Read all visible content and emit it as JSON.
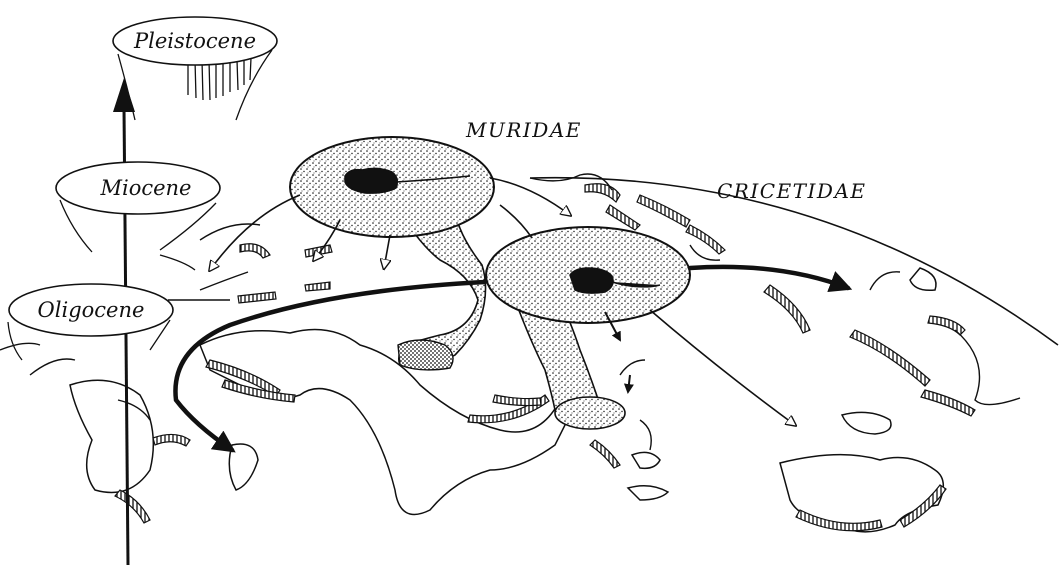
{
  "epochs": {
    "pleistocene": "Pleistocene",
    "miocene": "Miocene",
    "oligocene": "Oligocene"
  },
  "families": {
    "muridae": "MURIDAE",
    "cricetidae": "CRICETIDAE"
  },
  "colors": {
    "ink": "#111111",
    "paper": "#ffffff"
  }
}
